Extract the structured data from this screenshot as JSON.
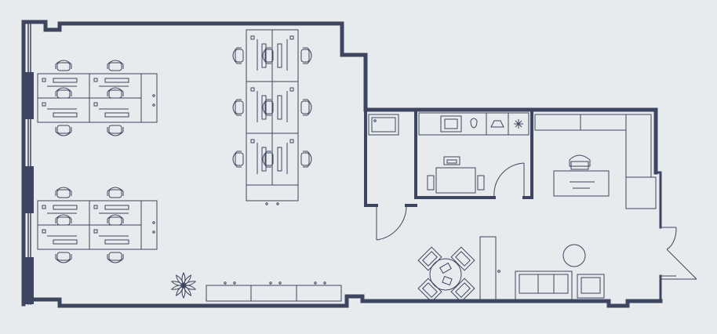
{
  "plan": {
    "colors": {
      "background": "#e8ebed",
      "wall": "#3e4560",
      "furniture": "#3e4560",
      "fill": "#e8ebed"
    },
    "rooms": [
      "open-office",
      "storage-room",
      "kitchen",
      "private-office",
      "lounge"
    ],
    "icons": [
      "sink-icon",
      "plant-icon",
      "chair-icon",
      "sofa-icon",
      "door-swing-icon"
    ]
  }
}
